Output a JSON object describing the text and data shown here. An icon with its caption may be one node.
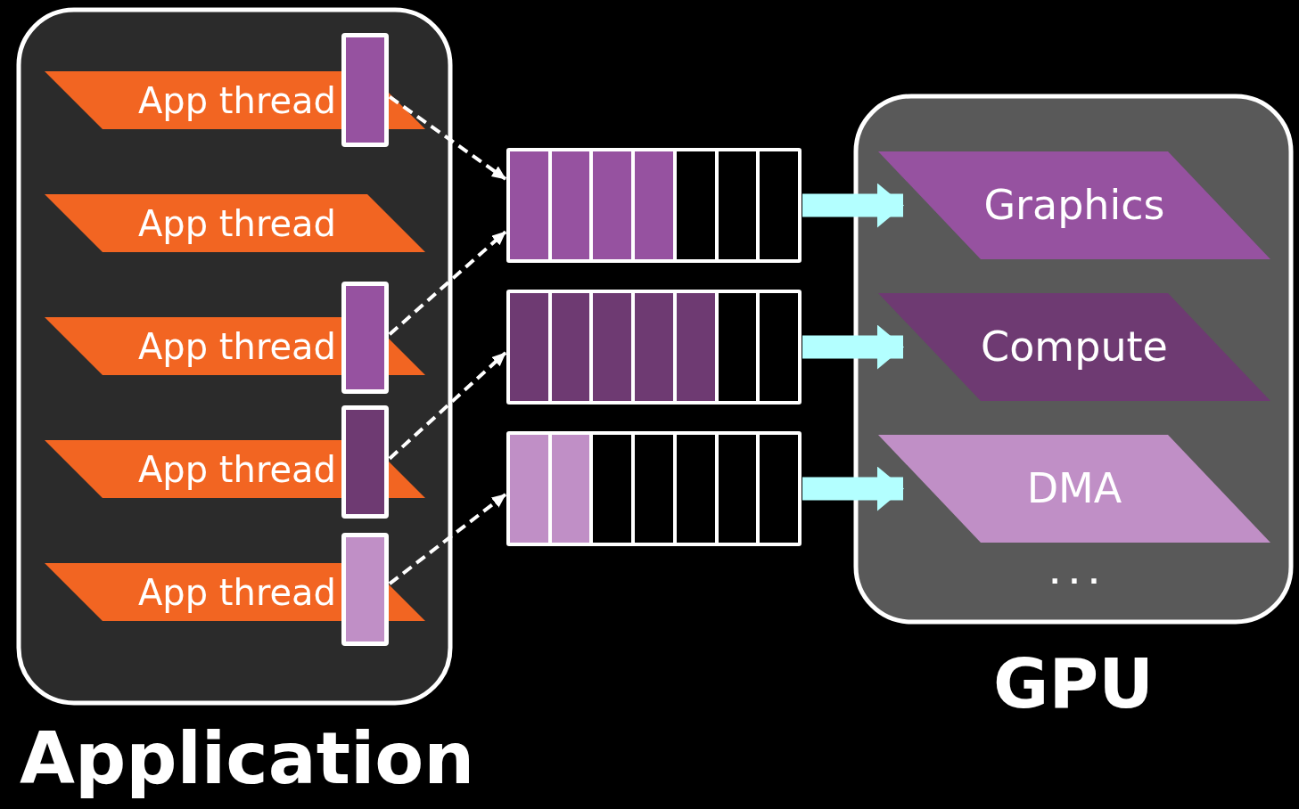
{
  "diagram": {
    "nodes": [
      {
        "text": [
          "Application"
        ]
      },
      {
        "text": [
          "App thread"
        ],
        "in": 0
      },
      {
        "text": [
          "App thread"
        ],
        "in": 0
      },
      {
        "text": [
          "App thread"
        ],
        "in": 0
      },
      {
        "text": [
          "App thread"
        ],
        "in": 0
      },
      {
        "text": [
          "App thread"
        ],
        "in": 0
      },
      {
        "text": [],
        "shape": "bar",
        "in": 0
      },
      {
        "text": [],
        "shape": "bar",
        "in": 0
      },
      {
        "text": [],
        "shape": "bar",
        "in": 0
      },
      {
        "text": [],
        "shape": "bar",
        "in": 0
      },
      {
        "text": [],
        "shape": "box"
      },
      {
        "text": [],
        "shape": "box"
      },
      {
        "text": [],
        "shape": "box"
      },
      {
        "text": [
          "GPU"
        ]
      },
      {
        "text": [
          "Graphics"
        ],
        "in": 13
      },
      {
        "text": [
          "Compute"
        ],
        "in": 13
      },
      {
        "text": [
          "DMA"
        ],
        "in": 13
      }
    ],
    "edges": [
      {
        "from": 6,
        "to": 10,
        "arrow": "to",
        "style": "dashed"
      },
      {
        "from": 7,
        "to": 10,
        "arrow": "to",
        "style": "dashed"
      },
      {
        "from": 8,
        "to": 11,
        "arrow": "to",
        "style": "dashed"
      },
      {
        "from": 9,
        "to": 12,
        "arrow": "to",
        "style": "dashed"
      },
      {
        "from": 10,
        "to": 14,
        "arrow": "to",
        "style": "thick",
        "color": "#b3ffff"
      },
      {
        "from": 11,
        "to": 15,
        "arrow": "to",
        "style": "thick",
        "color": "#b3ffff"
      },
      {
        "from": 12,
        "to": 16,
        "arrow": "to",
        "style": "thick",
        "color": "#b3ffff"
      }
    ],
    "labels": [
      ". . ."
    ]
  }
}
